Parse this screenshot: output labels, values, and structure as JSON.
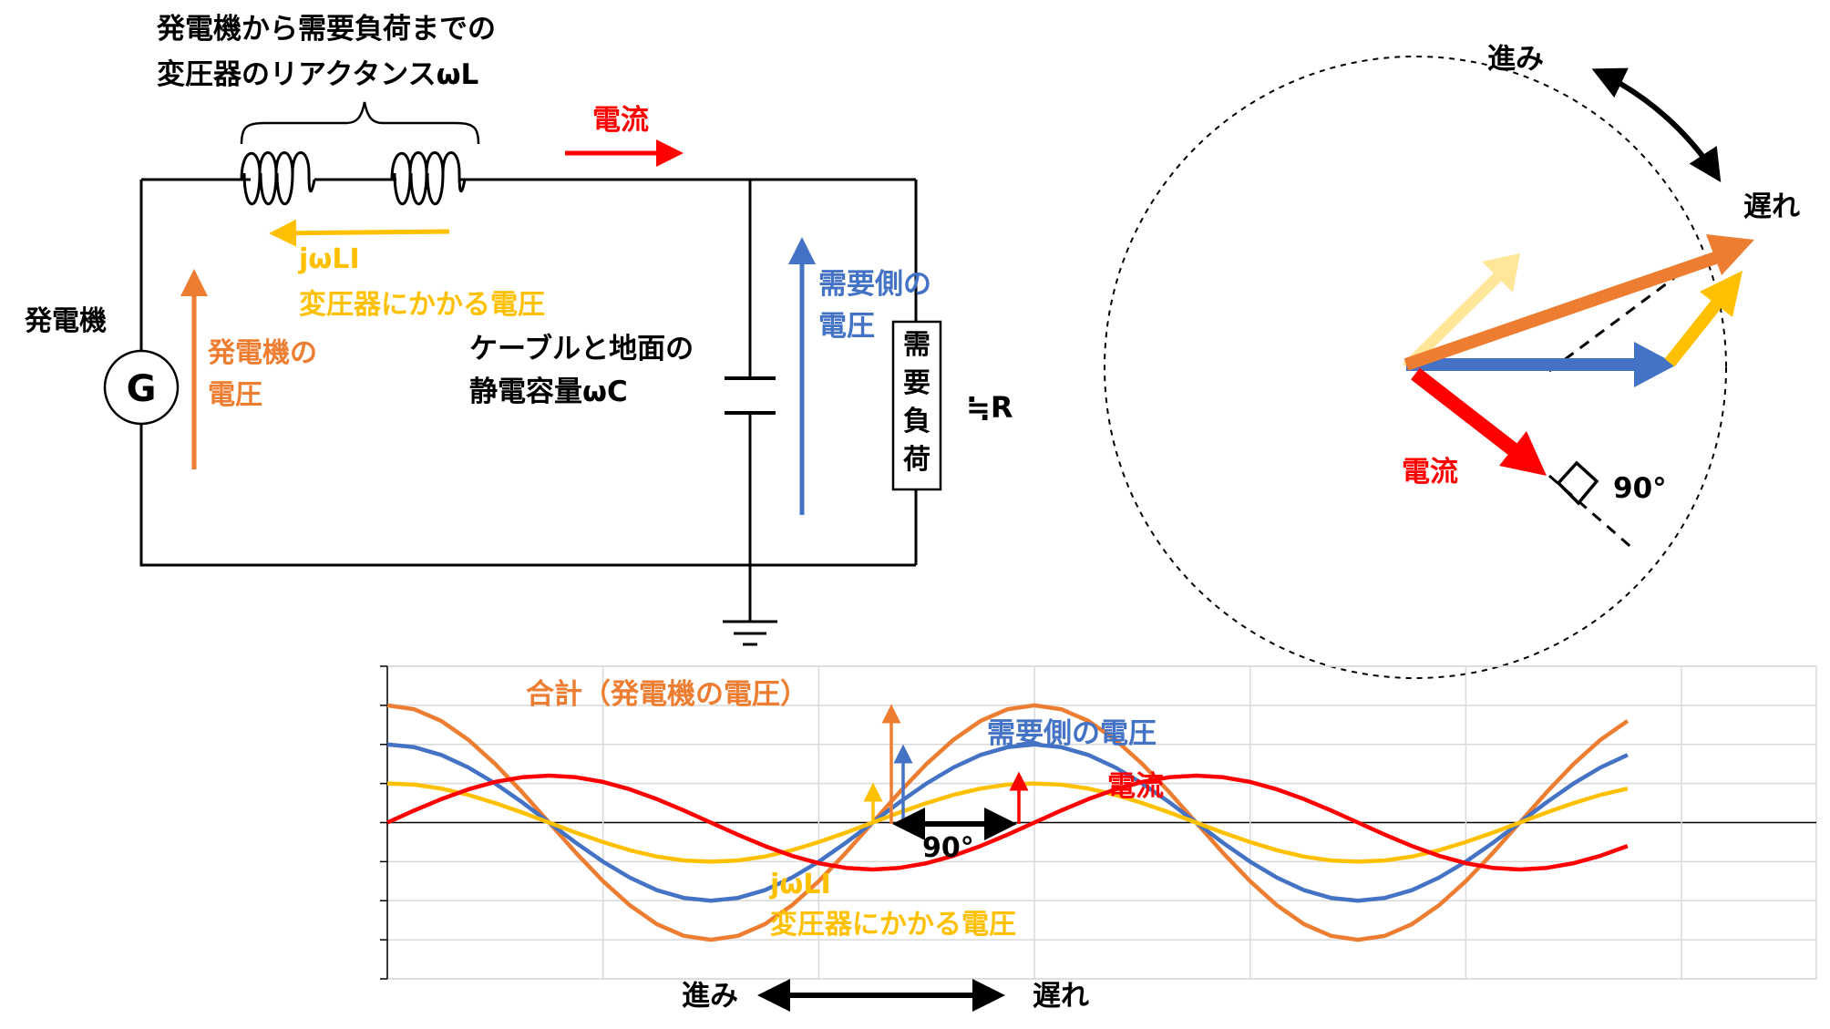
{
  "colors": {
    "black": "#000000",
    "orange": "#ED7D31",
    "yellow": "#FFC000",
    "blue": "#4472C4",
    "red": "#FF0000",
    "light_yellow": "#FFE699",
    "grid": "#D9D9D9"
  },
  "circuit": {
    "reactance_label_line1": "発電機から需要負荷までの",
    "reactance_label_line2": "変圧器のリアクタンスωL",
    "current_label": "電流",
    "transformer_voltage_line1": "jωLI",
    "transformer_voltage_line2": "変圧器にかかる電圧",
    "generator_label": "発電機",
    "generator_symbol": "G",
    "generator_voltage_line1": "発電機の",
    "generator_voltage_line2": "電圧",
    "capacitance_line1": "ケーブルと地面の",
    "capacitance_line2": "静電容量ωC",
    "demand_voltage_line1": "需要側の",
    "demand_voltage_line2": "電圧",
    "load_label": [
      "需",
      "要",
      "負",
      "荷"
    ],
    "approx_r": "≒R"
  },
  "phasor": {
    "lead_label": "進み",
    "lag_label": "遅れ",
    "current_label": "電流",
    "angle_label": "90°"
  },
  "waveform": {
    "total_label": "合計（発電機の電圧）",
    "demand_label": "需要側の電圧",
    "current_label": "電流",
    "transformer_label_line1": "jωLI",
    "transformer_label_line2": "変圧器にかかる電圧",
    "angle_label": "90°",
    "lead_label": "進み",
    "lag_label": "遅れ"
  },
  "chart_data": {
    "type": "line",
    "x": [
      0,
      15,
      30,
      45,
      60,
      75,
      90,
      105,
      120,
      135,
      150,
      165,
      180,
      195,
      210,
      225,
      240,
      255,
      270,
      285,
      300,
      315,
      330,
      345,
      360,
      375,
      390,
      405,
      420,
      435,
      450,
      465,
      480,
      495,
      510,
      525,
      540,
      555,
      570,
      585,
      600,
      615,
      630,
      645,
      660,
      675,
      690
    ],
    "series": [
      {
        "name": "合計（発電機の電圧）",
        "color": "#ED7D31",
        "width": 4.5,
        "values": [
          3.0,
          2.9,
          2.6,
          2.12,
          1.5,
          0.78,
          0.0,
          -0.78,
          -1.5,
          -2.12,
          -2.6,
          -2.9,
          -3.0,
          -2.9,
          -2.6,
          -2.12,
          -1.5,
          -0.78,
          0.0,
          0.78,
          1.5,
          2.12,
          2.6,
          2.9,
          3.0,
          2.9,
          2.6,
          2.12,
          1.5,
          0.78,
          0.0,
          -0.78,
          -1.5,
          -2.12,
          -2.6,
          -2.9,
          -3.0,
          -2.9,
          -2.6,
          -2.12,
          -1.5,
          -0.78,
          0.0,
          0.78,
          1.5,
          2.12,
          2.6
        ]
      },
      {
        "name": "需要側の電圧",
        "color": "#4472C4",
        "width": 4.5,
        "values": [
          2.0,
          1.93,
          1.73,
          1.41,
          1.0,
          0.52,
          0.0,
          -0.52,
          -1.0,
          -1.41,
          -1.73,
          -1.93,
          -2.0,
          -1.93,
          -1.73,
          -1.41,
          -1.0,
          -0.52,
          0.0,
          0.52,
          1.0,
          1.41,
          1.73,
          1.93,
          2.0,
          1.93,
          1.73,
          1.41,
          1.0,
          0.52,
          0.0,
          -0.52,
          -1.0,
          -1.41,
          -1.73,
          -1.93,
          -2.0,
          -1.93,
          -1.73,
          -1.41,
          -1.0,
          -0.52,
          0.0,
          0.52,
          1.0,
          1.41,
          1.73
        ]
      },
      {
        "name": "jωLI 変圧器にかかる電圧",
        "color": "#FFC000",
        "width": 4.5,
        "values": [
          1.0,
          0.97,
          0.87,
          0.71,
          0.5,
          0.26,
          0.0,
          -0.26,
          -0.5,
          -0.71,
          -0.87,
          -0.97,
          -1.0,
          -0.97,
          -0.87,
          -0.71,
          -0.5,
          -0.26,
          0.0,
          0.26,
          0.5,
          0.71,
          0.87,
          0.97,
          1.0,
          0.97,
          0.87,
          0.71,
          0.5,
          0.26,
          0.0,
          -0.26,
          -0.5,
          -0.71,
          -0.87,
          -0.97,
          -1.0,
          -0.97,
          -0.87,
          -0.71,
          -0.5,
          -0.26,
          0.0,
          0.26,
          0.5,
          0.71,
          0.87
        ]
      },
      {
        "name": "電流",
        "color": "#FF0000",
        "width": 4.5,
        "values": [
          0.0,
          0.31,
          0.6,
          0.85,
          1.04,
          1.16,
          1.2,
          1.16,
          1.04,
          0.85,
          0.6,
          0.31,
          0.0,
          -0.31,
          -0.6,
          -0.85,
          -1.04,
          -1.16,
          -1.2,
          -1.16,
          -1.04,
          -0.85,
          -0.6,
          -0.31,
          0.0,
          0.31,
          0.6,
          0.85,
          1.04,
          1.16,
          1.2,
          1.16,
          1.04,
          0.85,
          0.6,
          0.31,
          0.0,
          -0.31,
          -0.6,
          -0.85,
          -1.04,
          -1.16,
          -1.2,
          -1.16,
          -1.04,
          -0.85,
          -0.6
        ]
      }
    ],
    "xlim": [
      0,
      795
    ],
    "ylim": [
      -4,
      4
    ],
    "grid": true
  }
}
